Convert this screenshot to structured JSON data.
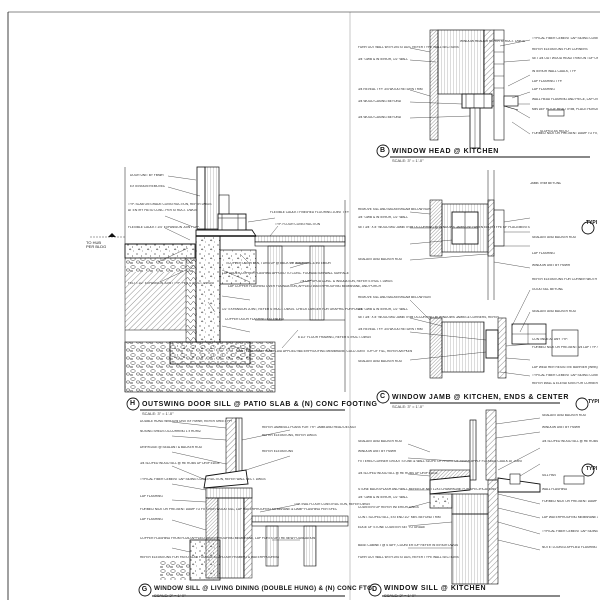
{
  "details": [
    {
      "id": "H",
      "title": "OUTSWING DOOR SILL @ PATIO SLAB & (N) CONC FOOTING",
      "scale": "SCALE: 3\" = 1'-0\""
    },
    {
      "id": "B",
      "title": "WINDOW HEAD @ KITCHEN",
      "scale": "SCALE: 3\" = 1'-0\""
    },
    {
      "id": "C",
      "title": "WINDOW JAMB @ KITCHEN, ENDS & CENTER",
      "scale": "SCALE: 3\" = 1'-0\""
    },
    {
      "id": "G",
      "title": "WINDOW SILL @ LIVING DINING (DOUBLE HUNG) & (N) CONC FTG.",
      "scale": "SCALE: 3\" = 1'-0\""
    },
    {
      "id": "D",
      "title": "WINDOW SILL @ KITCHEN",
      "scale": "SCALE: 3\" = 1'-0\""
    }
  ],
  "side_tags": [
    "TYPI",
    "TYPI",
    "TYPI"
  ],
  "grade_tag": "TO HUB\nPER BLDG",
  "notes": {
    "H": [
      "DOOR UNIT BY FMWR",
      "EXTENSION REMOVED",
      "TYP. SLAB ON GRADE CONSTRUCTION, REFER DWGS",
      "AT ENTRY PATIO CONC. PER STRUCT. DWGS",
      "FLEXIBLE CAULK • 1/4\" EXPANSION JOINT TYP.",
      "FELT • 1/2\" EXPANSION JOINT TYP. PER STRUCT. DWGS",
      "FLEXIBLE CAULK • FINISHED FLOORING JOINT TYP.",
      "TYP. FLOOR CONSTRUCTION",
      "COPPER DOOR PAN, TURN UP @ BACK OF DOOR SILL & INTERIOR",
      "LAP UNDER COPPER FLASHING APPLIED TO CONC. FOUNDATION WALL SURFACE",
      "FIT SILLER",
      "7/4 LAP SPOA CONC. & INSULATION, REFER STRUCT. DWGS",
      "LAP COPPER FLASHING OVER FOUNDATION, APPLIED WATERPROOFING MEMBRANE, AND PORCH",
      "1/2\" EXPANSION JOINT, REFER STRUCT. DWGS. CHECK LARGER FOR GRAPHIC PURPOSES",
      "COPPER DOOR FLASHING EXTENDED",
      "6 1/2\" FLOOR FRAMING, REFER STRUCT. DWGS",
      "SAWT FLASHING FROM FLUID APPLIED WATERPROOFING MEMBRANE, COLD JOINT TOP OF FILL, REFER A/EPKEN"
    ],
    "B": [
      "FURR OUT WALL WITH 2x4 STUDS, REFER TYPE WALL SECTIONS",
      "3/4\" GWB & INTERIOR, 1/2\" WALL",
      "3/4 WOOD CASING BEYOND",
      "WINDOW HEADER REFER STRUCT. DWGS",
      "3/4 REVEAL TYP. 3/4 WOOD RETURN TRIM",
      "3/4 WOOD CASING BEYOND",
      "TYPICAL FIBER CEMENT LAP SIDING CONSTRUCTION, REFER WALL SECT. DWGS",
      "REFER ELEVATIONS FOR CORNERS",
      "SET 3/4 OUT WOOD HEAD TRIM ON TOP OF WOOD TRIM. ON TOP OF CASING, FLANGE & INTERIOR",
      "INTERIOR WALL CAULK, TYP.",
      "LAP FLASHING TYP.",
      "LAP FLASHING",
      "SLOPED AS REQ'D",
      "WALL HEAD FLASHING AND PIECE, LAP OVER FLASHING, FLANGE & INTERIOR",
      "MIN DEF RD OF HEAD TRIM, PLACE HORIZONTAL & MIN. 3/4 AT WINDOW",
      "FORMED NICK OR PRE-BENT DAMP TO FIT, LAP OVER WOOD TRIM, LAP UNDER LAP SIDING"
    ],
    "C": [
      "REMOVE SILL AND BACKER/BLAM BELOW NON",
      "3/4\" GWB & INTERIOR, 1/2\" WALL",
      "SET 3/4\" X 8\" WOOD MID JAMB TRIM OCCURRING @ WINDOWS JAMBS BETWEEN EACH TYPE OF PLACEMENTS",
      "SEALANT AND BACKER ROD",
      "JAMB TRIM BEYOND",
      "SEALANT AND BACKER ROD",
      "WINDOW UNIT BY FMWR",
      "LAP FLASHING",
      "REMOVE SILL AND BACKER/BLAM BELOW NON",
      "3/4\" GWB & INTERIOR, 1/2\" WALL",
      "SET 3/4\" X 8\" WOOD MID JAMB TRIM OCCURRING @ WINDOWS JAMBS & CORNERS, REFER",
      "3/4 REVEAL TYP. 3/4 WOOD RETURN TRIM",
      "SEALANT AND BACKER ROD",
      "REFER ELEVATIONS FOR CORNER WIDTH",
      "SEALANT AND BACKER ROD",
      "CONTINUE AT ANY TYP.",
      "FORMED NICK OR PRE-BENT 3/4 LAP TYP. CORNER AND COPPER FLASHING & WATERPROOFING MEMBRANE FLANGE",
      "LAP WEATHER RESISTIVE BARRIER (WRB) TYP.",
      "GOOD SILL BEYOND",
      "TYPICAL FIBER CEMENT LAP SIDING CONSTRUCTION",
      "REFER WALL & ELEVATIONS FOR CORNERS"
    ],
    "G": [
      "DOUBLE HUNG WINDOW UNIT BY FMWR, REFER SHEET PPI",
      "NOSING SHEDS OCCURRING 1 x HORIZ",
      "DRIP/EDGE @ SEALANT & BACKER ROD",
      "3/4 SLOPED WOOD SILL @ HE ROBS UP DRIP EDGE",
      "TYPICAL FIBER CEMENT LAP SIDING CONSTRUCTION, REFER WALL SECT. DWGS",
      "LAP FLASHING",
      "FORMED NICK OR PRE-BENT DAMP TO FIT OVER WOOD SILL, LAP WATERPROOFING MEMBRANE & DAMP FLASHING PER SPEC",
      "LAP FLASHING",
      "REFER JAMB/SILL PLANS FOR TYP. JAMB AND HEAD DETAILS",
      "REFER ELEVATIONS, REFER DWGS",
      "TYP. INAL FLOOR CONSTRUCTION, REFER DWGS",
      "REFER ELEVATIONS",
      "COPPER FLASHING FROM FLUID APPLIED WATERPROOFING MEMBRANE, LAP PORTS OF THE NEW FOUNDATION",
      "REFER ELEVATIONS FOR PATIO SLAB FOUNDATION FLOOR FRAMING & WATERPROOFING"
    ],
    "D": [
      "SEALANT AND BACKER ROD",
      "WINDOW UNIT BY FMWR",
      "FITTERED CORNER GROUT STONE & WALL SLOPE OF FRONT OF FINISH APPLY FLEXIBLE CAULK AT JOINT",
      "3/4 SLOPED WOOD SILL @ HE ROBS UP DRIP EDGE",
      "STONE BACKSPLASH AND WALL REFER OF NET 12X3 CHAMPAGNE FOR SPECIFICATIONS",
      "3/4\" GWB & INTERIOR, 1/2\" WALL",
      "COUNTERTOP REFER INTERIOR DWGS",
      "CONT. SLOPED SILL, EXTEND 1/2\" MIN. BEYOND TRIM",
      "EDGE OF STONE COUNTER SET TO GRADE",
      "BASE CABINET @ STAFF, COUNTERTOP REFER INTERIOR DWGS",
      "FURR OUT WALL WITH 2x4 STUDS, REFER TYPE WALL SECTIONS",
      "SEALANT AND BACKER ROD",
      "WINDOW UNIT BY FMWR",
      "3/4 SLOPED WOOD SILL @ HE ROBS UP DRIP EDGE",
      "SILL PAN",
      "WALL FLASHING",
      "FORMED NICK OR PRE-BENT DAMP TO FIT OVER WOOD SILL",
      "LAP WATERPROOFING MEMBRANE & COPPER FLASHING",
      "TYPICAL FIBER CEMENT LAP SIDING CONSTRUCTION",
      "NOTE: LOOKED APPLIED FLASHING PLATE SUPPORT FOR CONT. BEDDED AND LAPPED TO FACE OF ALL ROUGH OPENINGS AND EXTEND 6\" MIN."
    ]
  }
}
